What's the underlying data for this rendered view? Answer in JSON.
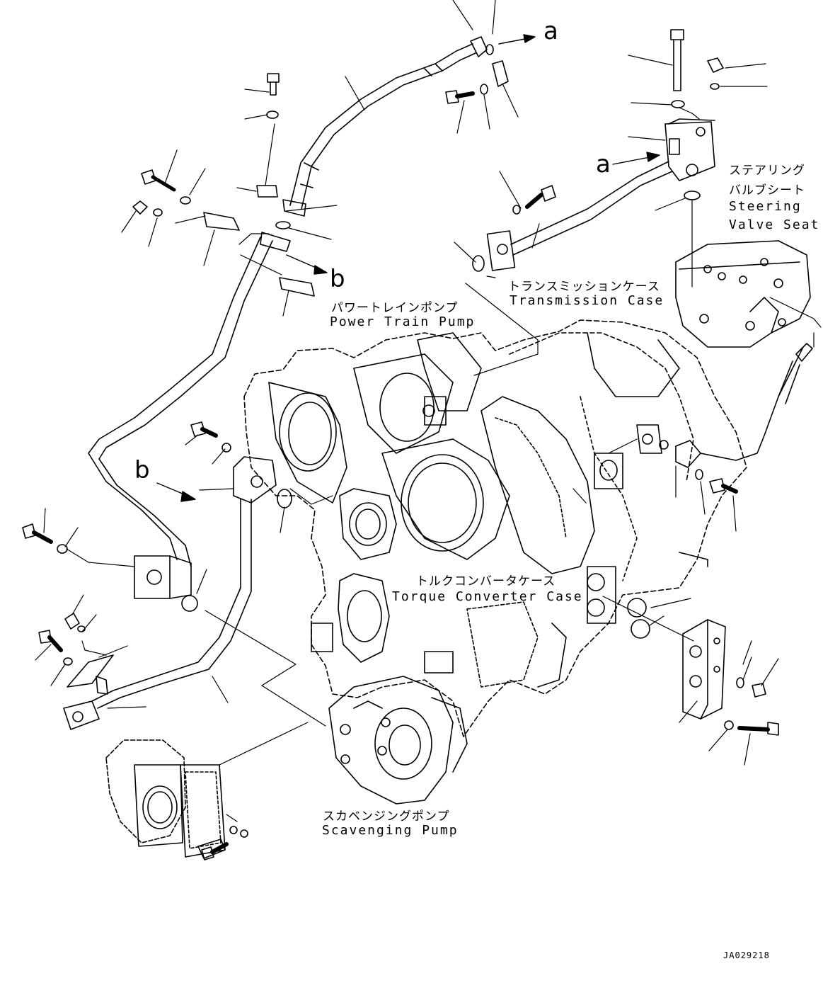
{
  "diagram": {
    "labels": {
      "steering_valve_seat_jp_1": "ステアリング",
      "steering_valve_seat_jp_2": "バルブシート",
      "steering_valve_seat_en_1": "Steering",
      "steering_valve_seat_en_2": "Valve Seat",
      "transmission_case_jp": "トランスミッションケース",
      "transmission_case_en": "Transmission Case",
      "power_train_pump_jp": "パワートレインポンプ",
      "power_train_pump_en": "Power Train Pump",
      "torque_converter_case_jp": "トルクコンバータケース",
      "torque_converter_case_en": "Torque Converter Case",
      "scavenging_pump_jp": "スカベンジングポンプ",
      "scavenging_pump_en": "Scavenging Pump"
    },
    "reference_marks": {
      "a_top": "a",
      "a_right": "a",
      "b_mid": "b",
      "b_left": "b"
    },
    "drawing_code": "JA029218",
    "line_color": "#000000",
    "background_color": "#ffffff"
  }
}
